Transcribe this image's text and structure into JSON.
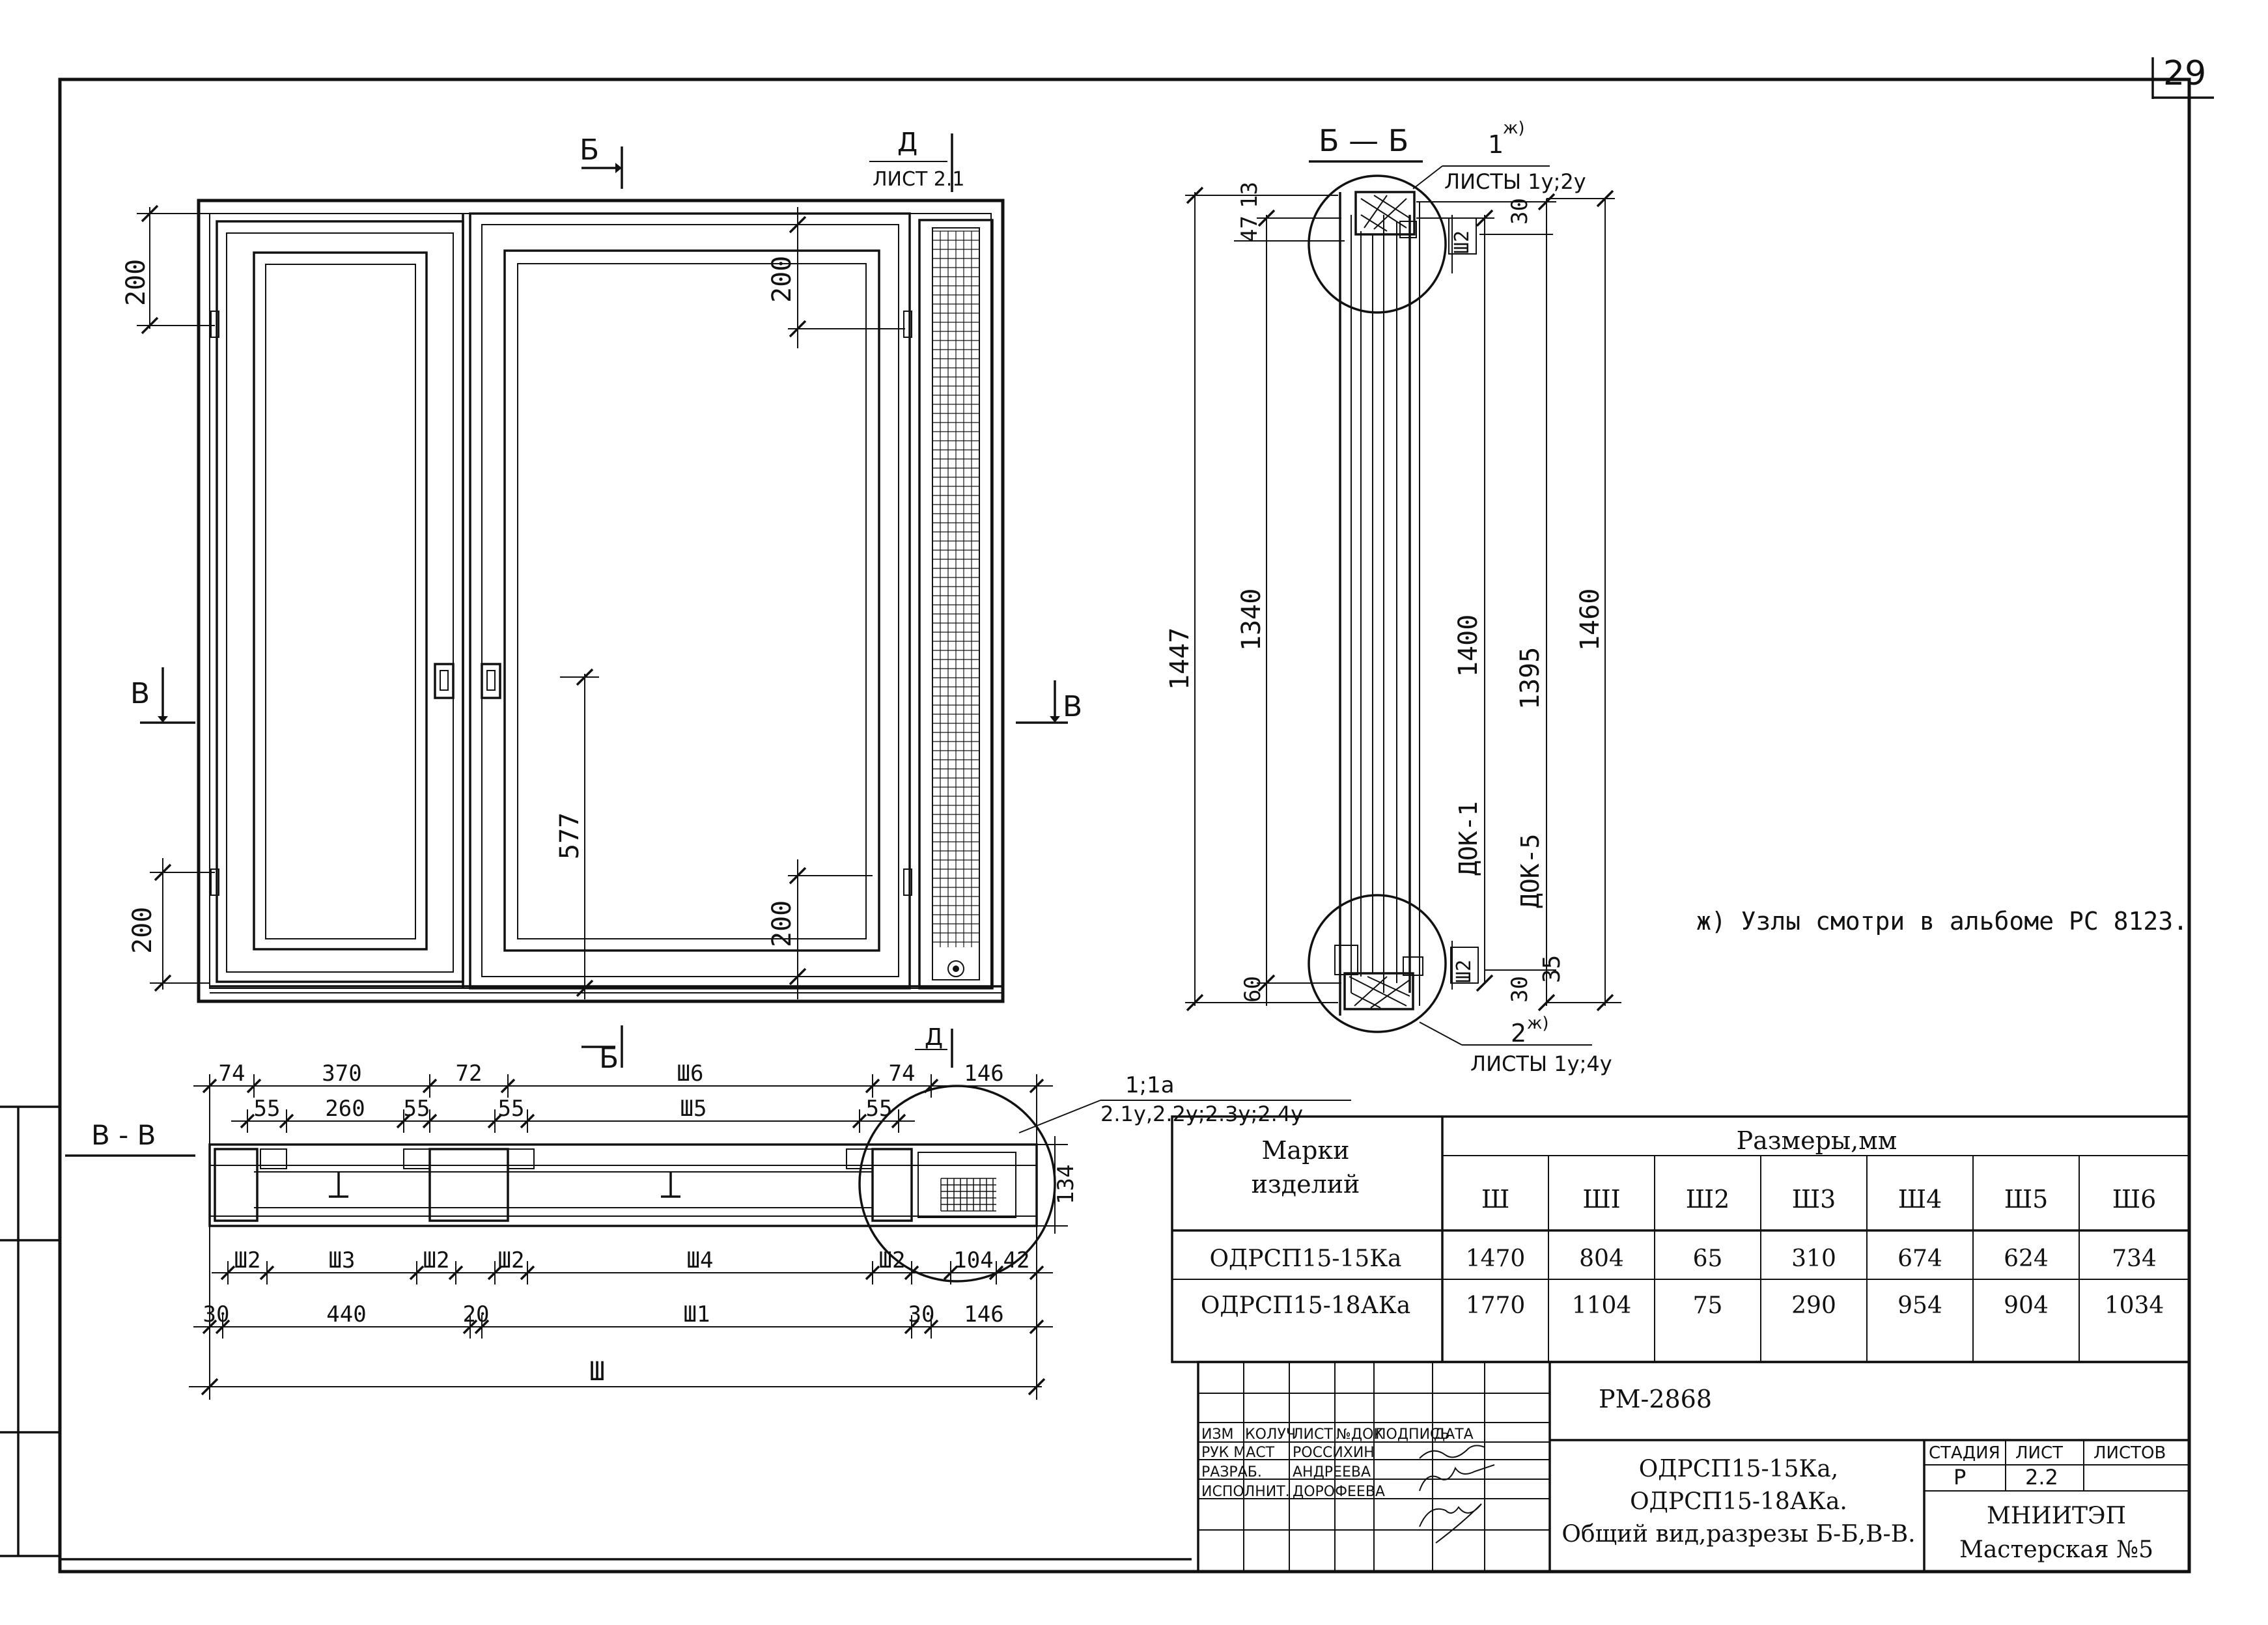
{
  "sheet": {
    "page_number": "29"
  },
  "elevation": {
    "section_mark_b": "Б",
    "section_mark_v": "В",
    "node_ref_letter": "Д",
    "node_ref_sheet": "ЛИСТ 2.1",
    "dims": {
      "top_200": "200",
      "bottom_200": "200",
      "inner_top_200": "200",
      "inner_bottom_200": "200",
      "h_577": "577"
    }
  },
  "section_bb": {
    "title": "Б — Б",
    "node1": "1",
    "node1_mark": "ж)",
    "node1_sheets": "ЛИСТЫ 1у;2у",
    "node2": "2",
    "node2_mark": "ж)",
    "node2_sheets": "ЛИСТЫ 1у;4у",
    "dims": {
      "d47": "47",
      "d13": "13",
      "d30_top": "30",
      "w2_top": "Ш2",
      "d1447": "1447",
      "d1340": "1340",
      "d1400": "1400",
      "d1395": "1395",
      "d1460": "1460",
      "dok1": "ДОК-1",
      "dok5": "ДОК-5",
      "d60": "60",
      "w2_bot": "Ш2",
      "d30_bot": "30",
      "d35": "35"
    }
  },
  "note": "ж) Узлы смотри в альбоме РС 8123.",
  "section_vv": {
    "title": "В - В",
    "node_ref": "1;1а",
    "node_ref_sheets": "2.1у,2.2у;2.3у;2.4у",
    "dims_top": [
      "74",
      "370",
      "72",
      "Ш6",
      "74",
      "146"
    ],
    "dims_second": [
      "55",
      "260",
      "55",
      "55",
      "Ш5",
      "55"
    ],
    "dims_height": "134",
    "dims_third": [
      "Ш2",
      "Ш3",
      "Ш2",
      "Ш2",
      "Ш4",
      "Ш2",
      "104",
      "42"
    ],
    "dims_fourth": [
      "30",
      "440",
      "20",
      "Ш1",
      "30",
      "146"
    ],
    "overall": "Ш"
  },
  "size_table": {
    "col_mark_header": "Марки изделий",
    "col_sizes_header": "Размеры,мм",
    "columns": [
      "Ш",
      "ШI",
      "Ш2",
      "Ш3",
      "Ш4",
      "Ш5",
      "Ш6"
    ],
    "rows": [
      {
        "mark": "ОДРСП15-15Ка",
        "values": [
          "1470",
          "804",
          "65",
          "310",
          "674",
          "624",
          "734"
        ]
      },
      {
        "mark": "ОДРСП15-18АКа",
        "values": [
          "1770",
          "1104",
          "75",
          "290",
          "954",
          "904",
          "1034"
        ]
      }
    ]
  },
  "title_block": {
    "code": "РМ-2868",
    "headers": [
      "ИЗМ",
      "КОЛУЧ",
      "ЛИСТ",
      "№ДОК",
      "ПОДПИСЬ",
      "ДАТА"
    ],
    "people": [
      {
        "role": "РУК МАСТ",
        "name": "РОССИХИН"
      },
      {
        "role": "РАЗРАБ.",
        "name": "АНДРЕЕВА"
      },
      {
        "role": "ИСПОЛНИТ.",
        "name": "ДОРОФЕЕВА"
      }
    ],
    "title_lines": [
      "ОДРСП15-15Ка,",
      "ОДРСП15-18АКа.",
      "Общий вид,разрезы Б-Б,В-В."
    ],
    "stage_label": "СТАДИЯ",
    "sheet_label": "ЛИСТ",
    "sheets_label": "ЛИСТОВ",
    "stage": "Р",
    "sheet": "2.2",
    "org_line1": "МНИИТЭП",
    "org_line2": "Мастерская №5"
  }
}
